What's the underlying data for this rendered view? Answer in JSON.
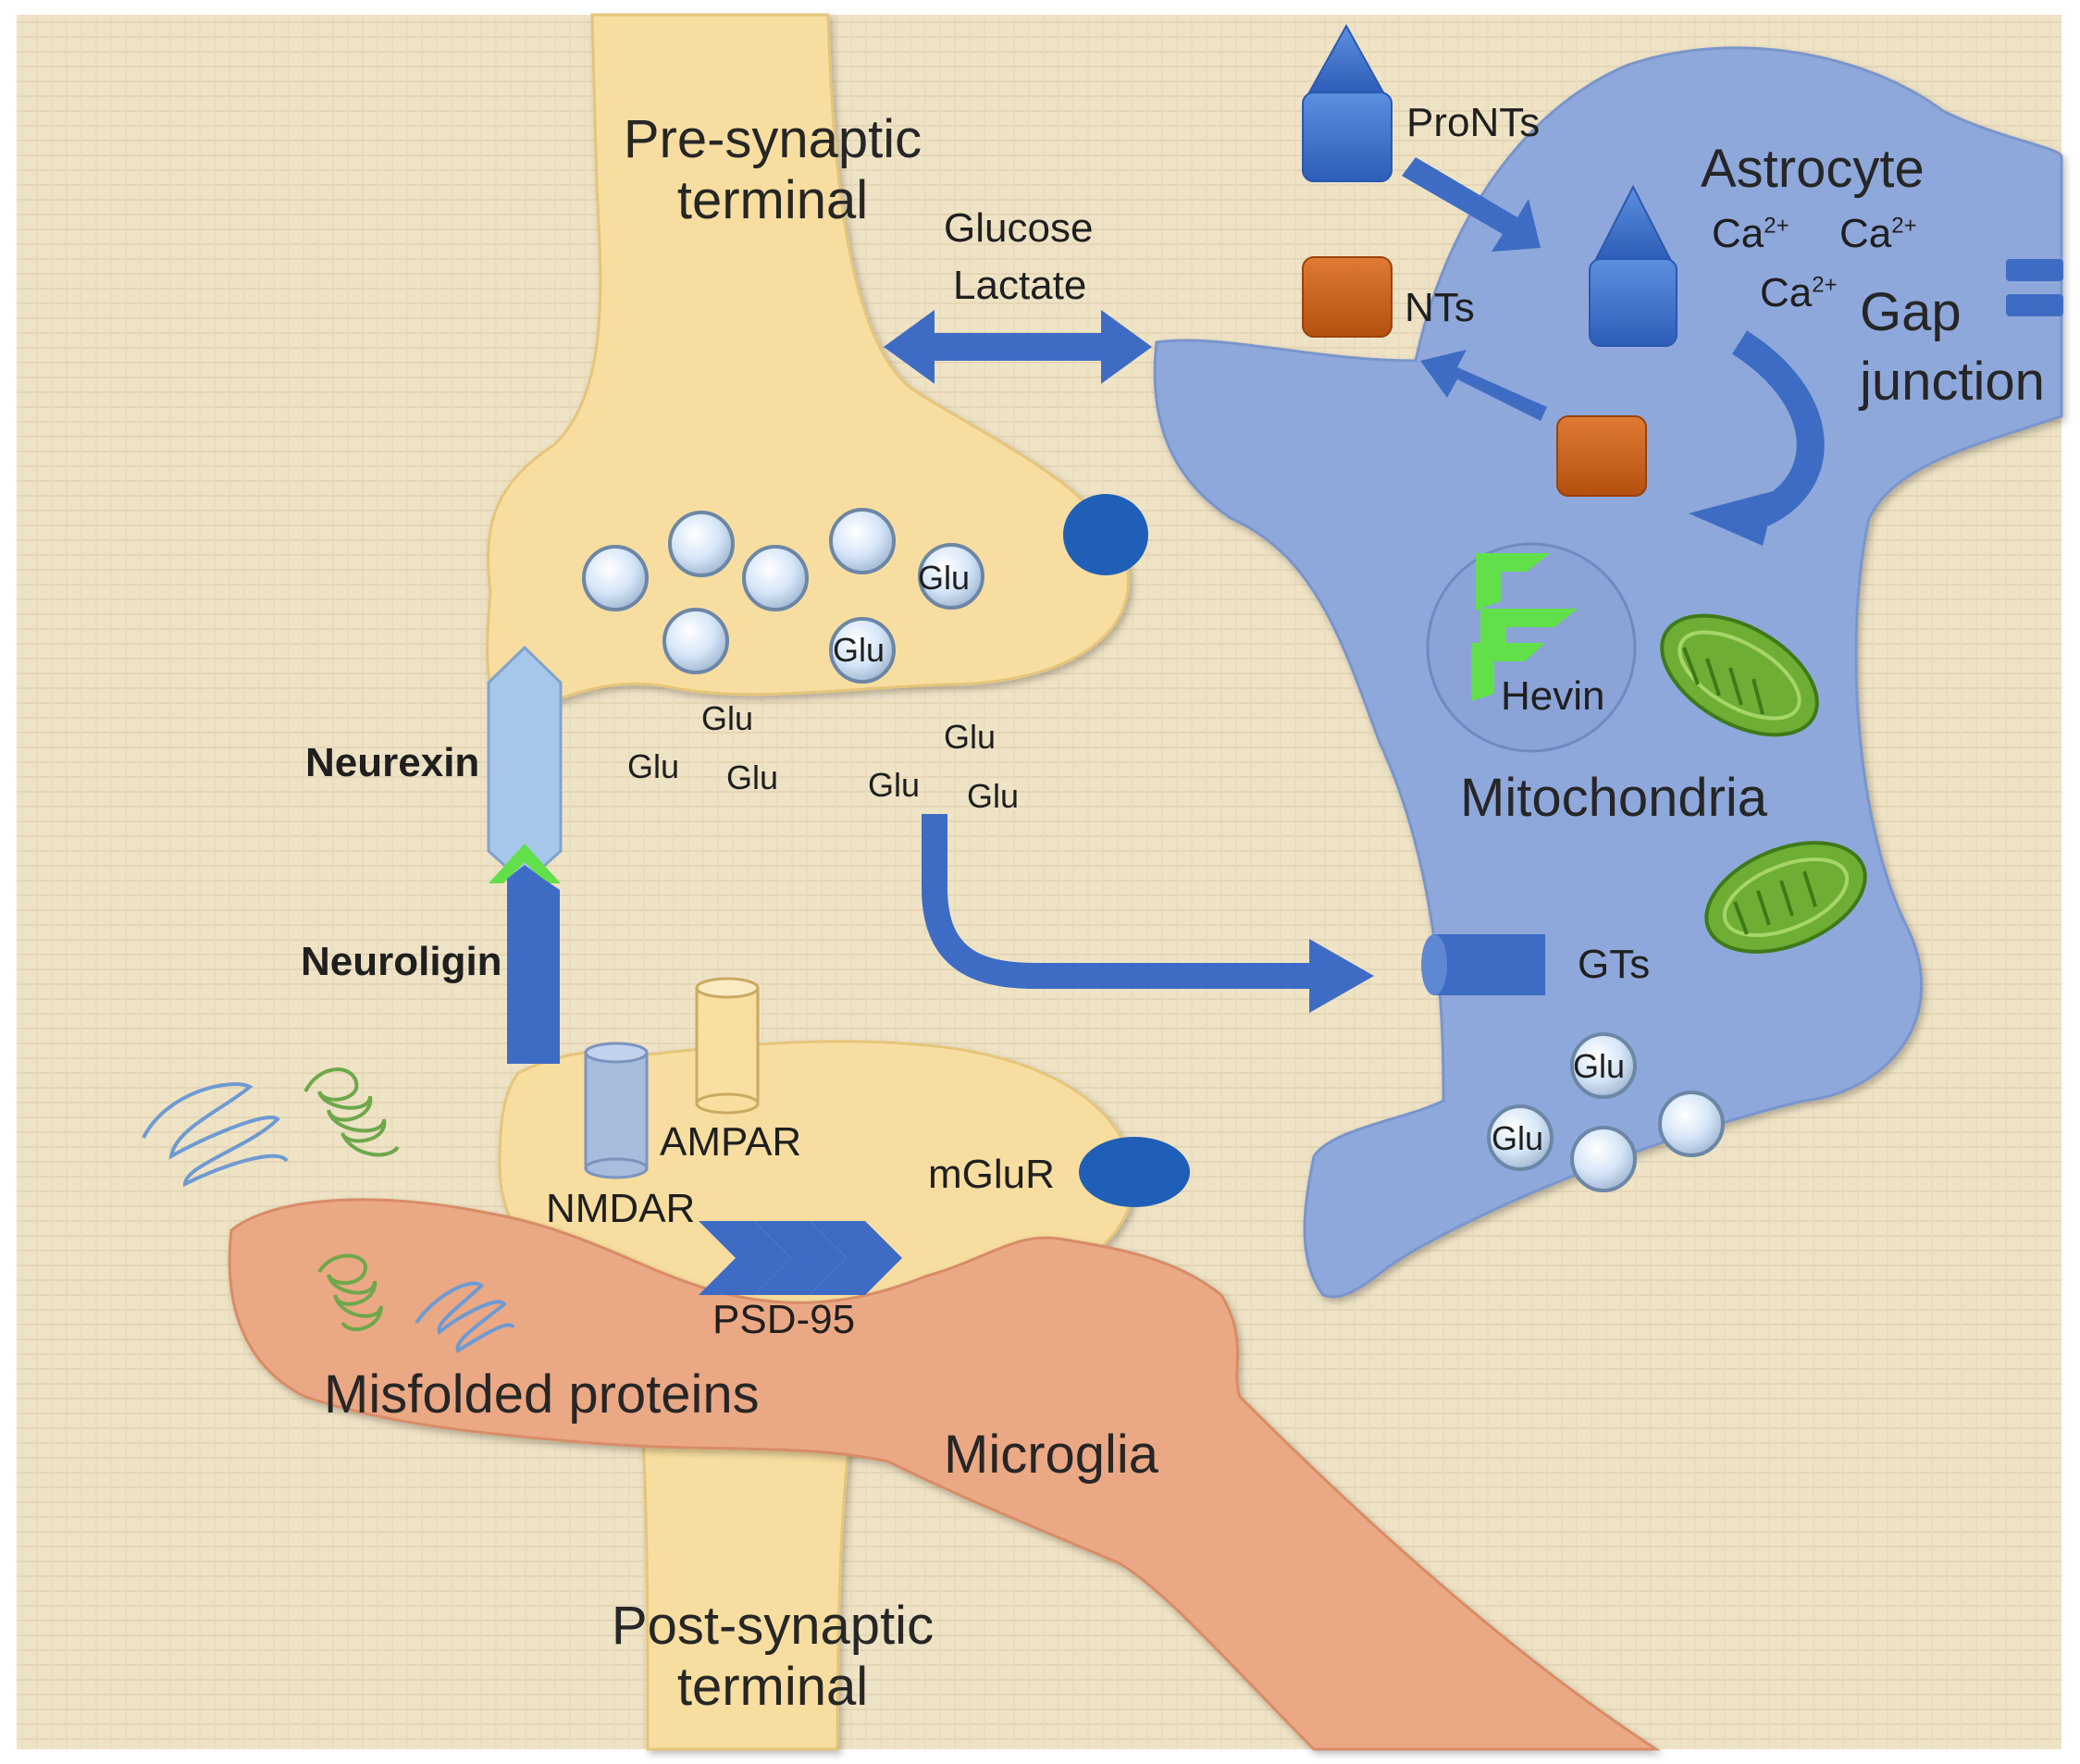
{
  "colors": {
    "background": "#efe3c6",
    "neuron": "#f7dea0",
    "astrocyte": "#8fa8db",
    "microglia": "#eba885",
    "arrow_blue": "#3e6cc4",
    "receptor_dark_blue": "#1f5fb8",
    "nt_orange": "#c8601c",
    "hevin_green": "#62e04a",
    "mitochondria_green": "#5c9a2c"
  },
  "labels": {
    "pre_synaptic": "Pre-synaptic\nterminal",
    "post_synaptic": "Post-synaptic\nterminal",
    "astrocyte": "Astrocyte",
    "microglia": "Microglia",
    "glucose": "Glucose",
    "lactate": "Lactate",
    "pronts": "ProNTs",
    "nts": "NTs",
    "gap": "Gap",
    "junction": "junction",
    "ca_ion": "Ca",
    "ca_charge": "2+",
    "hevin": "Hevin",
    "mitochondria": "Mitochondria",
    "gts": "GTs",
    "neurexin": "Neurexin",
    "neuroligin": "Neuroligin",
    "ampar": "AMPAR",
    "nmdar": "NMDAR",
    "mglur": "mGluR",
    "psd95": "PSD-95",
    "misfolded": "Misfolded proteins",
    "glu": "Glu"
  },
  "icons": [
    "pront-icon",
    "nt-cube-icon",
    "gap-junction-icon",
    "hevin-icon",
    "mitochondria-icon",
    "vesicle-icon",
    "receptor-icon",
    "misfolded-protein-icon"
  ]
}
